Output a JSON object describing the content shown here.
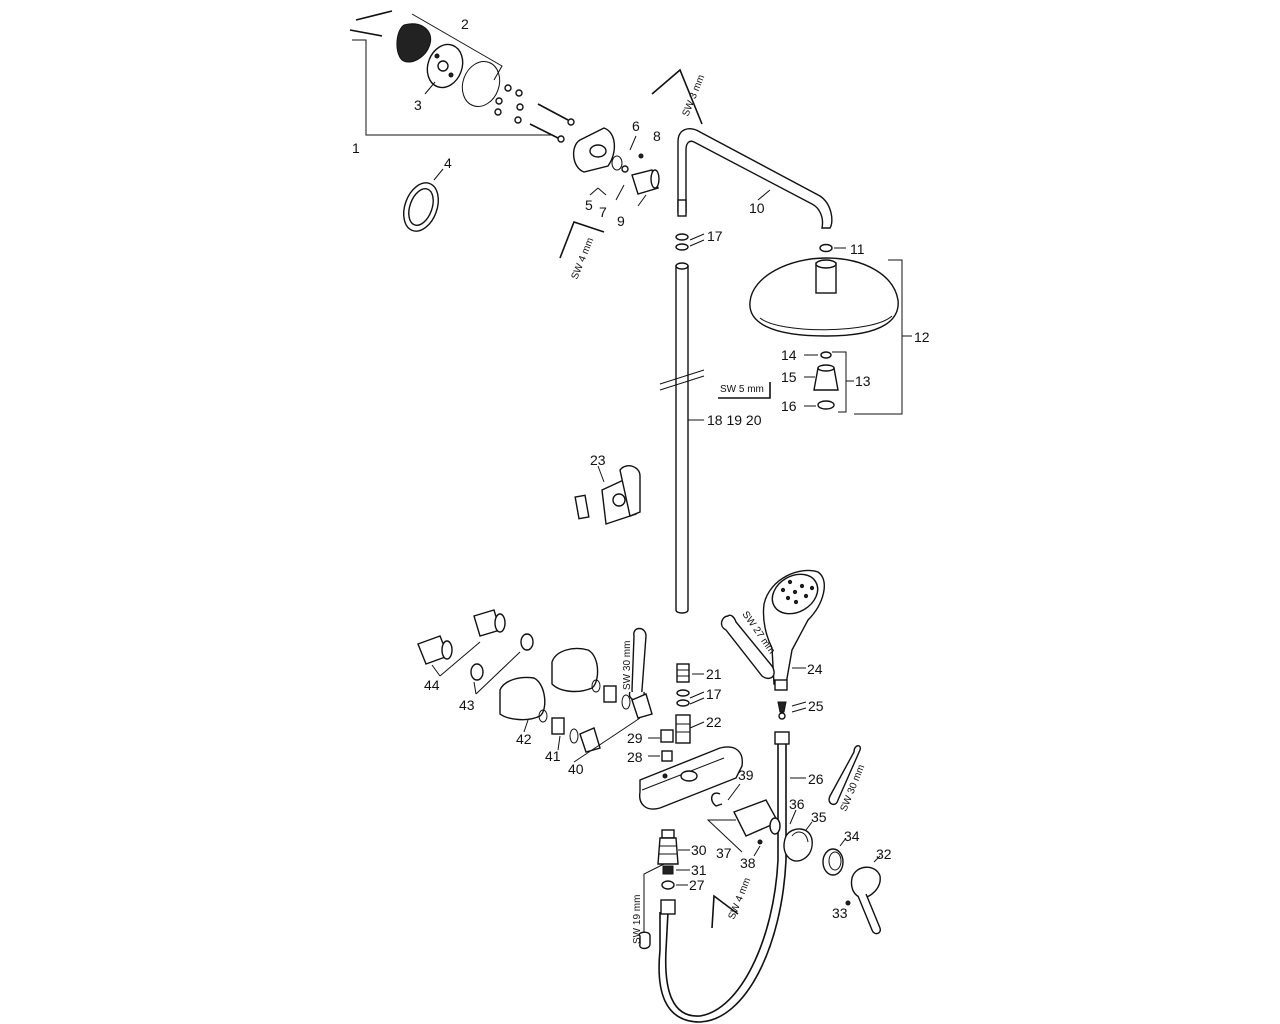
{
  "labels": {
    "l1": "1",
    "l2": "2",
    "l3": "3",
    "l4": "4",
    "l5": "5",
    "l6": "6",
    "l7": "7",
    "l8": "8",
    "l9": "9",
    "l10": "10",
    "l11": "11",
    "l12": "12",
    "l13": "13",
    "l14": "14",
    "l15": "15",
    "l16": "16",
    "l17a": "17",
    "l17b": "17",
    "l18": "18 19 20",
    "l21": "21",
    "l22": "22",
    "l23": "23",
    "l24": "24",
    "l25": "25",
    "l26": "26",
    "l27": "27",
    "l28": "28",
    "l29": "29",
    "l30": "30",
    "l31": "31",
    "l32": "32",
    "l33": "33",
    "l34": "34",
    "l35": "35",
    "l36": "36",
    "l37": "37",
    "l38": "38",
    "l39": "39",
    "l40": "40",
    "l41": "41",
    "l42": "42",
    "l43": "43",
    "l44": "44"
  },
  "tools": {
    "sw3": "SW 3 mm",
    "sw4a": "SW 4 mm",
    "sw5": "SW 5 mm",
    "sw27": "SW 27 mm",
    "sw30a": "SW 30 mm",
    "sw30b": "SW 30 mm",
    "sw4b": "SW 4 mm",
    "sw19": "SW 19 mm"
  }
}
